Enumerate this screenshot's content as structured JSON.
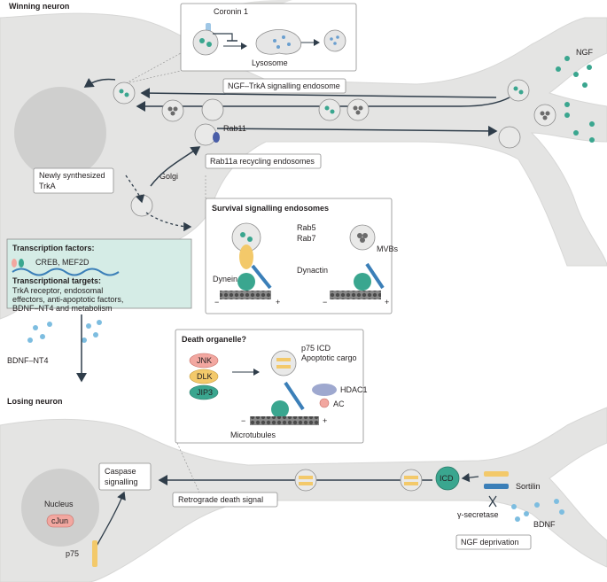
{
  "labels": {
    "winning_neuron": "Winning neuron",
    "losing_neuron": "Losing neuron",
    "coronin": "Coronin 1",
    "lysosome": "Lysosome",
    "ngf": "NGF",
    "ngf_trka_endosome": "NGF–TrkA signalling endosome",
    "rab11": "Rab11",
    "rab11a_recycling": "Rab11a recycling endosomes",
    "golgi": "Golgi",
    "new_trka_line1": "Newly synthesized",
    "new_trka_line2": "TrkA",
    "survival_title": "Survival signalling endosomes",
    "rab5": "Rab5",
    "rab7": "Rab7",
    "dynactin": "Dynactin",
    "dynein": "Dynein",
    "mvbs": "MVBs",
    "minus": "−",
    "plus": "+",
    "tf_title": "Transcription factors:",
    "tf_items": "CREB, MEF2D",
    "tt_title": "Transcriptional targets:",
    "tt_line1": "TrkA receptor, endosomal",
    "tt_line2": "effectors, anti-apoptotic factors,",
    "tt_line3": "BDNF–NT4 and metabolism",
    "bdnf_nt4": "BDNF–NT4",
    "death_title": "Death organelle?",
    "jnk": "JNK",
    "dlk": "DLK",
    "jip3": "JIP3",
    "p75_icd": "p75 ICD",
    "apoptotic_cargo": "Apoptotic cargo",
    "hdac1": "HDAC1",
    "ac": "AC",
    "microtubules": "Microtubules",
    "nucleus": "Nucleus",
    "cjun": "cJun",
    "caspase_line1": "Caspase",
    "caspase_line2": "signalling",
    "retrograde_death": "Retrograde death signal",
    "icd": "ICD",
    "sortilin": "Sortilin",
    "gamma_secretase": "γ-secretase",
    "bdnf": "BDNF",
    "ngf_deprivation": "NGF deprivation",
    "p75": "p75"
  },
  "colors": {
    "cell": "#e4e4e3",
    "nucleus": "#cfcfce",
    "tf_box": "#d5ece6",
    "teal": "#3aa68f",
    "receptor_yellow": "#f3c96a",
    "blue": "#3b7fb8",
    "jnk": "#f2a7a0",
    "hdac": "#9ea8cf"
  }
}
